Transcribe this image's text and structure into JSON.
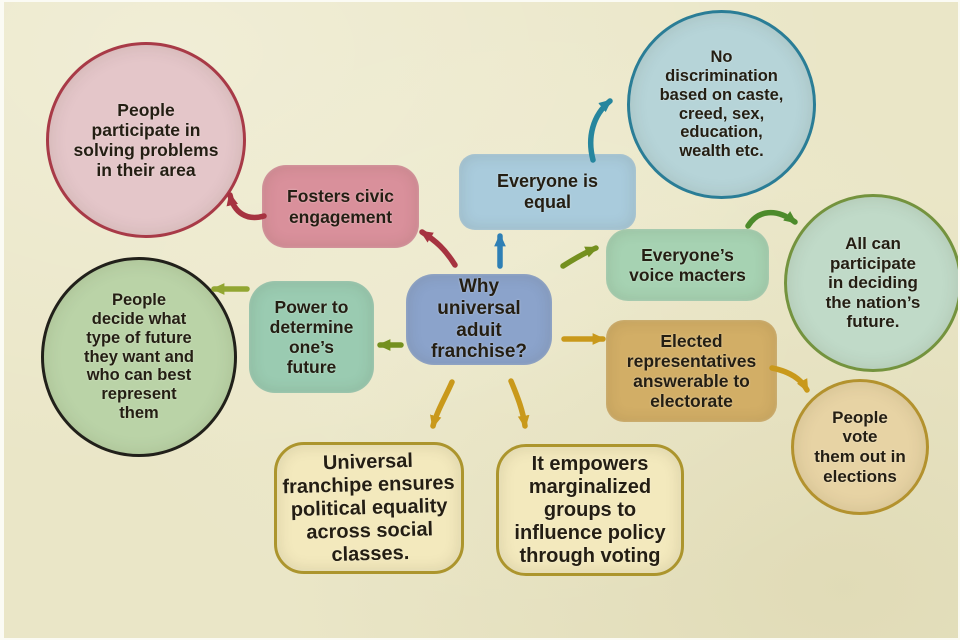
{
  "palette": {
    "paper": "#eae6c7",
    "ink": "#241e13",
    "frame": "#fbfbf4"
  },
  "nodes": {
    "center": {
      "label": "Why\nuniversal\naduit\nfranchise?",
      "fill": "#8ba3cb"
    },
    "equal": {
      "label": "Everyone is\nequal",
      "fill": "#a9cbdc"
    },
    "fosters": {
      "label": "Fosters civic\nengagement",
      "fill": "#d9909b"
    },
    "power": {
      "label": "Power to\ndetermine\none’s\nfuture",
      "fill": "#9acbb1"
    },
    "voice": {
      "label": "Everyone’s\nvoice macters",
      "fill": "#a6d2b2"
    },
    "elected": {
      "label": "Elected\nrepresentatives\nanswerable to\nelectorate",
      "fill": "#d2ae66"
    },
    "universal": {
      "label": "Universal\nfranchipe ensures\npolitical equality\nacross social\nclasses.",
      "fill": "#f3e9bd",
      "border": "#ac952d"
    },
    "empowers": {
      "label": "It empowers\nmarginalized\ngroups to\ninfluence policy\nthrough voting",
      "fill": "#f3e9bd",
      "border": "#ac952d"
    },
    "participate": {
      "label": "People\nparticipate in\nsolving problems\nin their area",
      "fill": "#e4c6c9",
      "border": "#a83a47"
    },
    "nodiscrim": {
      "label": "No\ndiscrimination\nbased on caste,\ncreed, sex,\neducation,\nwealth etc.",
      "fill": "#b6d4d8",
      "border": "#2a7d96"
    },
    "decide": {
      "label": "People\ndecide what\ntype of future\nthey want and\nwho can best\nrepresent\nthem",
      "fill": "#bad3a7",
      "border": "#21201a"
    },
    "allcan": {
      "label": "All can\nparticipate\nin deciding\nthe nation’s\nfuture.",
      "fill": "#c0dac8",
      "border": "#74933e"
    },
    "voteout": {
      "label": "People\nvote\nthem out in\nelections",
      "fill": "#e7d3a4",
      "border": "#b3922e"
    }
  },
  "arrows": [
    {
      "from": "center",
      "to": "equal",
      "color": "#2e7fb5"
    },
    {
      "from": "equal",
      "to": "nodiscrim",
      "color": "#26869e"
    },
    {
      "from": "center",
      "to": "fosters",
      "color": "#a63340"
    },
    {
      "from": "fosters",
      "to": "participate",
      "color": "#a63340"
    },
    {
      "from": "center",
      "to": "voice",
      "color": "#74901f"
    },
    {
      "from": "voice",
      "to": "allcan",
      "color": "#4d8b2b"
    },
    {
      "from": "center",
      "to": "power",
      "color": "#74901f"
    },
    {
      "from": "power",
      "to": "decide",
      "color": "#92a632"
    },
    {
      "from": "center",
      "to": "elected",
      "color": "#c9991b"
    },
    {
      "from": "elected",
      "to": "voteout",
      "color": "#c9991b"
    },
    {
      "from": "center",
      "to": "universal",
      "color": "#c9991b"
    },
    {
      "from": "center",
      "to": "empowers",
      "color": "#c9991b"
    }
  ]
}
